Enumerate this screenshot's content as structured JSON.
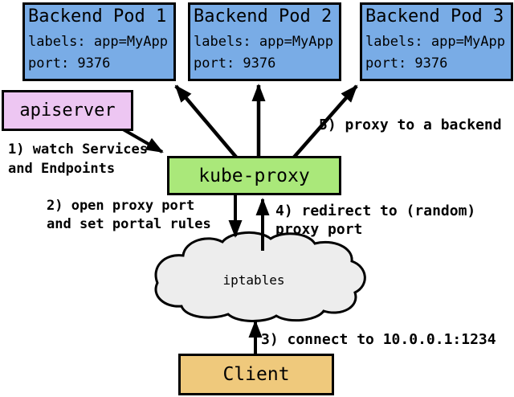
{
  "diagram": {
    "pods": [
      {
        "title": "Backend Pod 1",
        "labels": "labels: app=MyApp",
        "port": "port: 9376"
      },
      {
        "title": "Backend Pod 2",
        "labels": "labels: app=MyApp",
        "port": "port: 9376"
      },
      {
        "title": "Backend Pod 3",
        "labels": "labels: app=MyApp",
        "port": "port: 9376"
      }
    ],
    "apiserver": {
      "label": "apiserver"
    },
    "kube_proxy": {
      "label": "kube-proxy"
    },
    "iptables": {
      "label": "iptables"
    },
    "client": {
      "label": "Client"
    },
    "annotations": {
      "step1": {
        "lines": [
          "1) watch Services",
          "and Endpoints"
        ]
      },
      "step2": {
        "lines": [
          "2) open proxy port",
          "and set portal rules"
        ]
      },
      "step3": {
        "lines": [
          "3) connect to 10.0.0.1:1234"
        ]
      },
      "step4": {
        "lines": [
          "4) redirect to (random)",
          "proxy port"
        ]
      },
      "step5": {
        "lines": [
          "5) proxy to a backend"
        ]
      }
    },
    "colors": {
      "pod_fill": "#79ACE6",
      "apiserver_fill": "#EDC6F2",
      "kube_proxy_fill": "#AAE87A",
      "client_fill": "#EFC97C",
      "cloud_fill": "#EDEDED",
      "stroke": "#000000"
    }
  }
}
